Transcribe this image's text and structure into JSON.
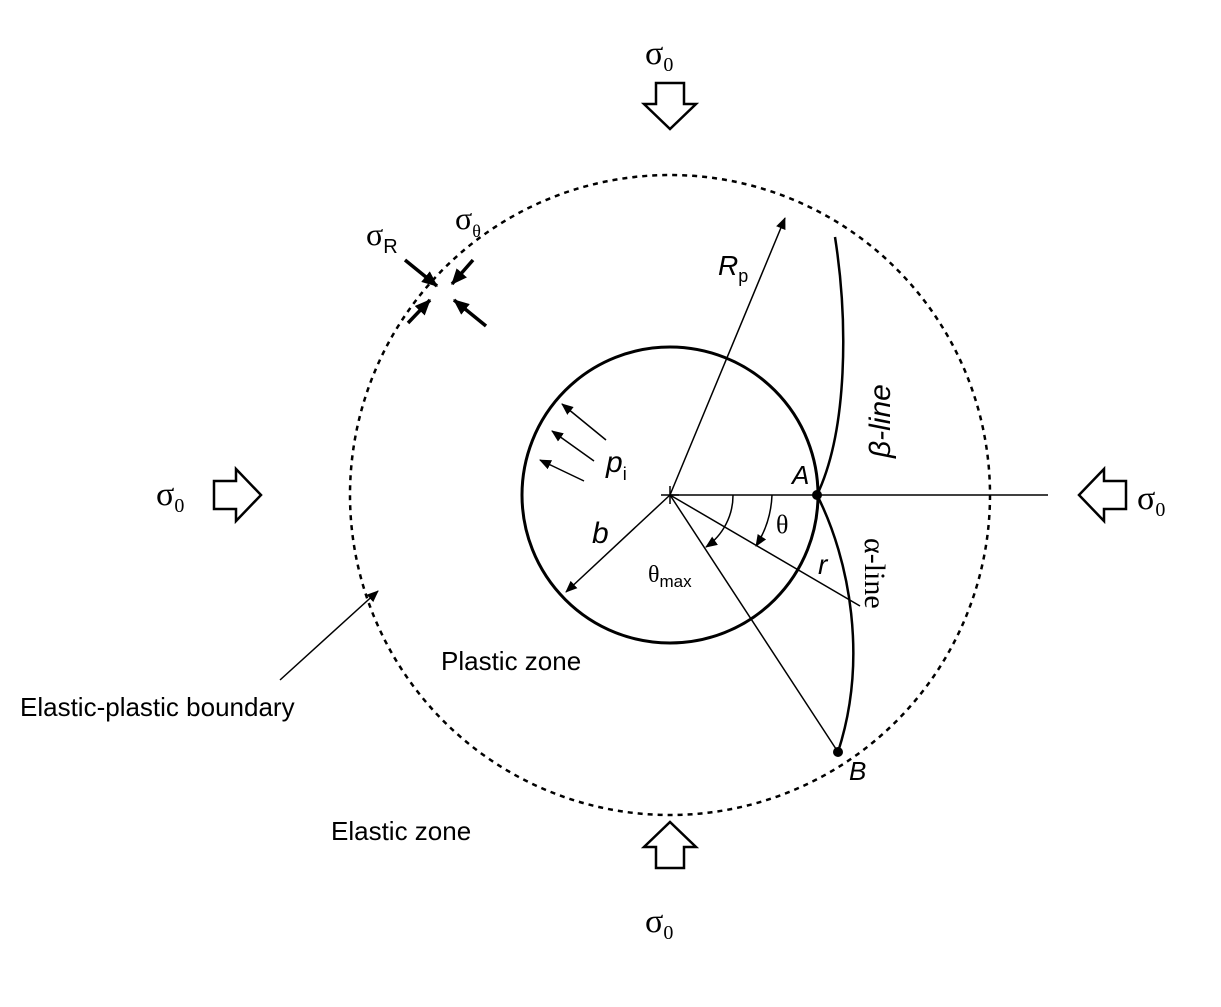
{
  "labels": {
    "sigma0_top": {
      "main": "σ",
      "sub": "0"
    },
    "sigma0_left": {
      "main": "σ",
      "sub": "0"
    },
    "sigma0_right": {
      "main": "σ",
      "sub": "0"
    },
    "sigma0_bottom": {
      "main": "σ",
      "sub": "0"
    },
    "sigmaR": {
      "main": "σ",
      "sub": "R"
    },
    "sigmaTheta": {
      "main": "σ",
      "sub": "θ"
    },
    "Rp": {
      "main": "R",
      "sub": "p"
    },
    "pi": {
      "main": "p",
      "sub": "i"
    },
    "b": "b",
    "A": "A",
    "B": "B",
    "r": "r",
    "theta": "θ",
    "theta_max": {
      "main": "θ",
      "sub": "max"
    },
    "beta_line": "β-line",
    "alpha_line": "α-line",
    "plastic_zone": "Plastic zone",
    "elastic_plastic_boundary": "Elastic-plastic boundary",
    "elastic_zone": "Elastic zone"
  },
  "colors": {
    "stroke": "#000000",
    "background": "#ffffff"
  }
}
